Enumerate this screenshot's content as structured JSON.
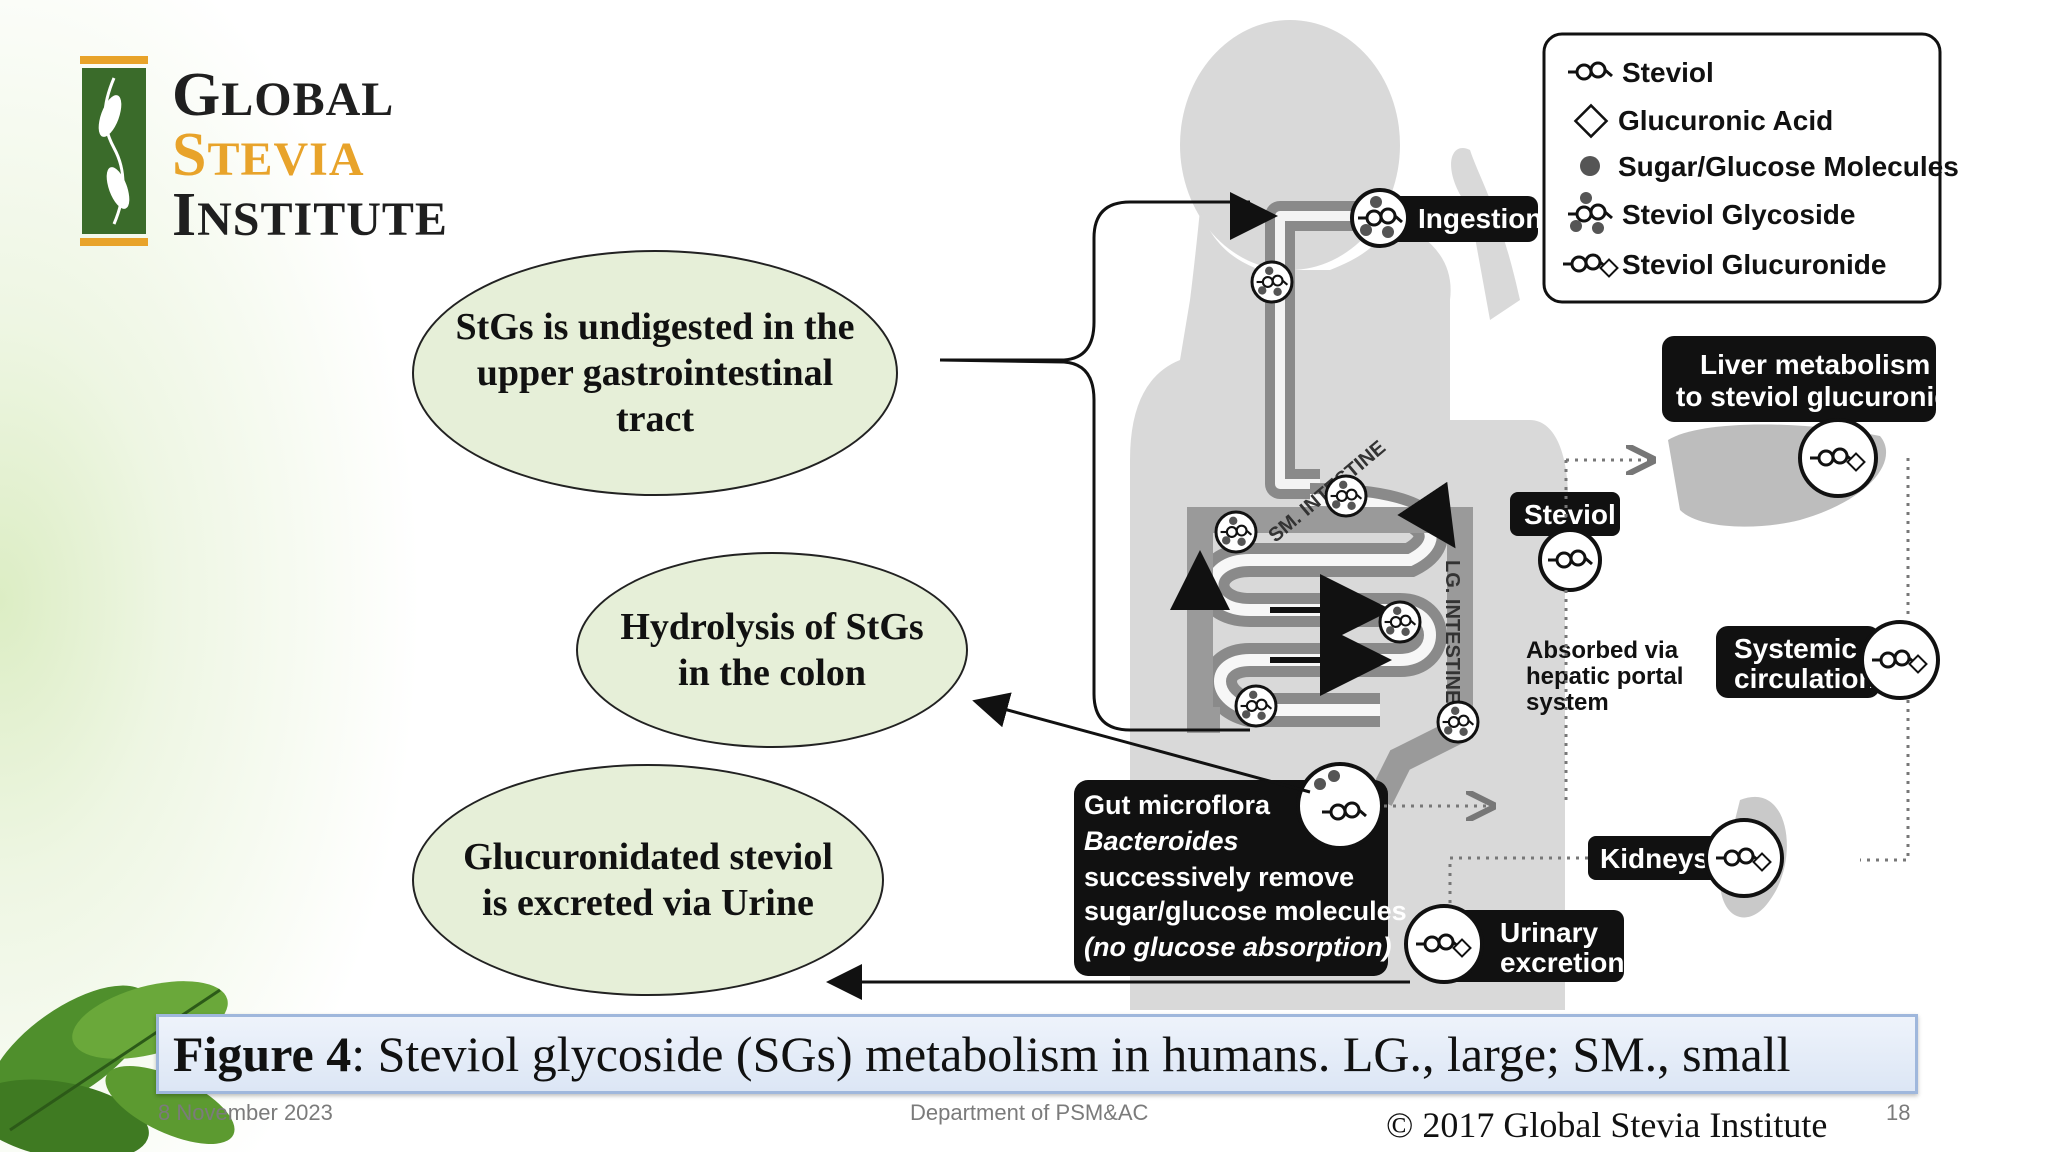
{
  "logo": {
    "line1_cap": "G",
    "line1_rest": "LOBAL",
    "line2_cap": "S",
    "line2_rest": "TEVIA",
    "line3_cap": "I",
    "line3_rest": "NSTITUTE"
  },
  "callouts": {
    "upper_gi": "StGs is undigested in the upper gastrointestinal tract",
    "colon": "Hydrolysis of StGs in the colon",
    "urine": "Glucuronidated steviol is excreted via Urine"
  },
  "legend": {
    "items": [
      "Steviol",
      "Glucuronic Acid",
      "Sugar/Glucose Molecules",
      "Steviol Glycoside",
      "Steviol Glucuronide"
    ]
  },
  "diagram": {
    "ingestion": "Ingestion",
    "sm_intestine": "SM. INTESTINE",
    "lg_intestine": "LG. INTESTINE",
    "liver_line1": "Liver metabolism",
    "liver_line2": "to steviol glucuronide",
    "steviol": "Steviol",
    "absorbed_line1": "Absorbed via",
    "absorbed_line2": "hepatic portal",
    "absorbed_line3": "system",
    "systemic_line1": "Systemic",
    "systemic_line2": "circulation",
    "gut_line1": "Gut microflora",
    "gut_line2": "Bacteroides",
    "gut_line3": "successively remove",
    "gut_line4": "sugar/glucose molecules",
    "gut_line5": "(no glucose absorption)",
    "kidneys": "Kidneys",
    "urinary_line1": "Urinary",
    "urinary_line2": "excretion"
  },
  "caption": {
    "label": "Figure 4",
    "text": ": Steviol glycoside (SGs) metabolism in humans. LG., large; SM., small"
  },
  "footer": {
    "date": "8 November 2023",
    "department": "Department of PSM&AC",
    "copyright": "© 2017 Global Stevia Institute",
    "page": "18"
  },
  "colors": {
    "logo_green": "#3a6b2a",
    "logo_orange": "#e8a32a",
    "callout_fill": "#e6efd8",
    "caption_fill": "#e3ebf7"
  }
}
